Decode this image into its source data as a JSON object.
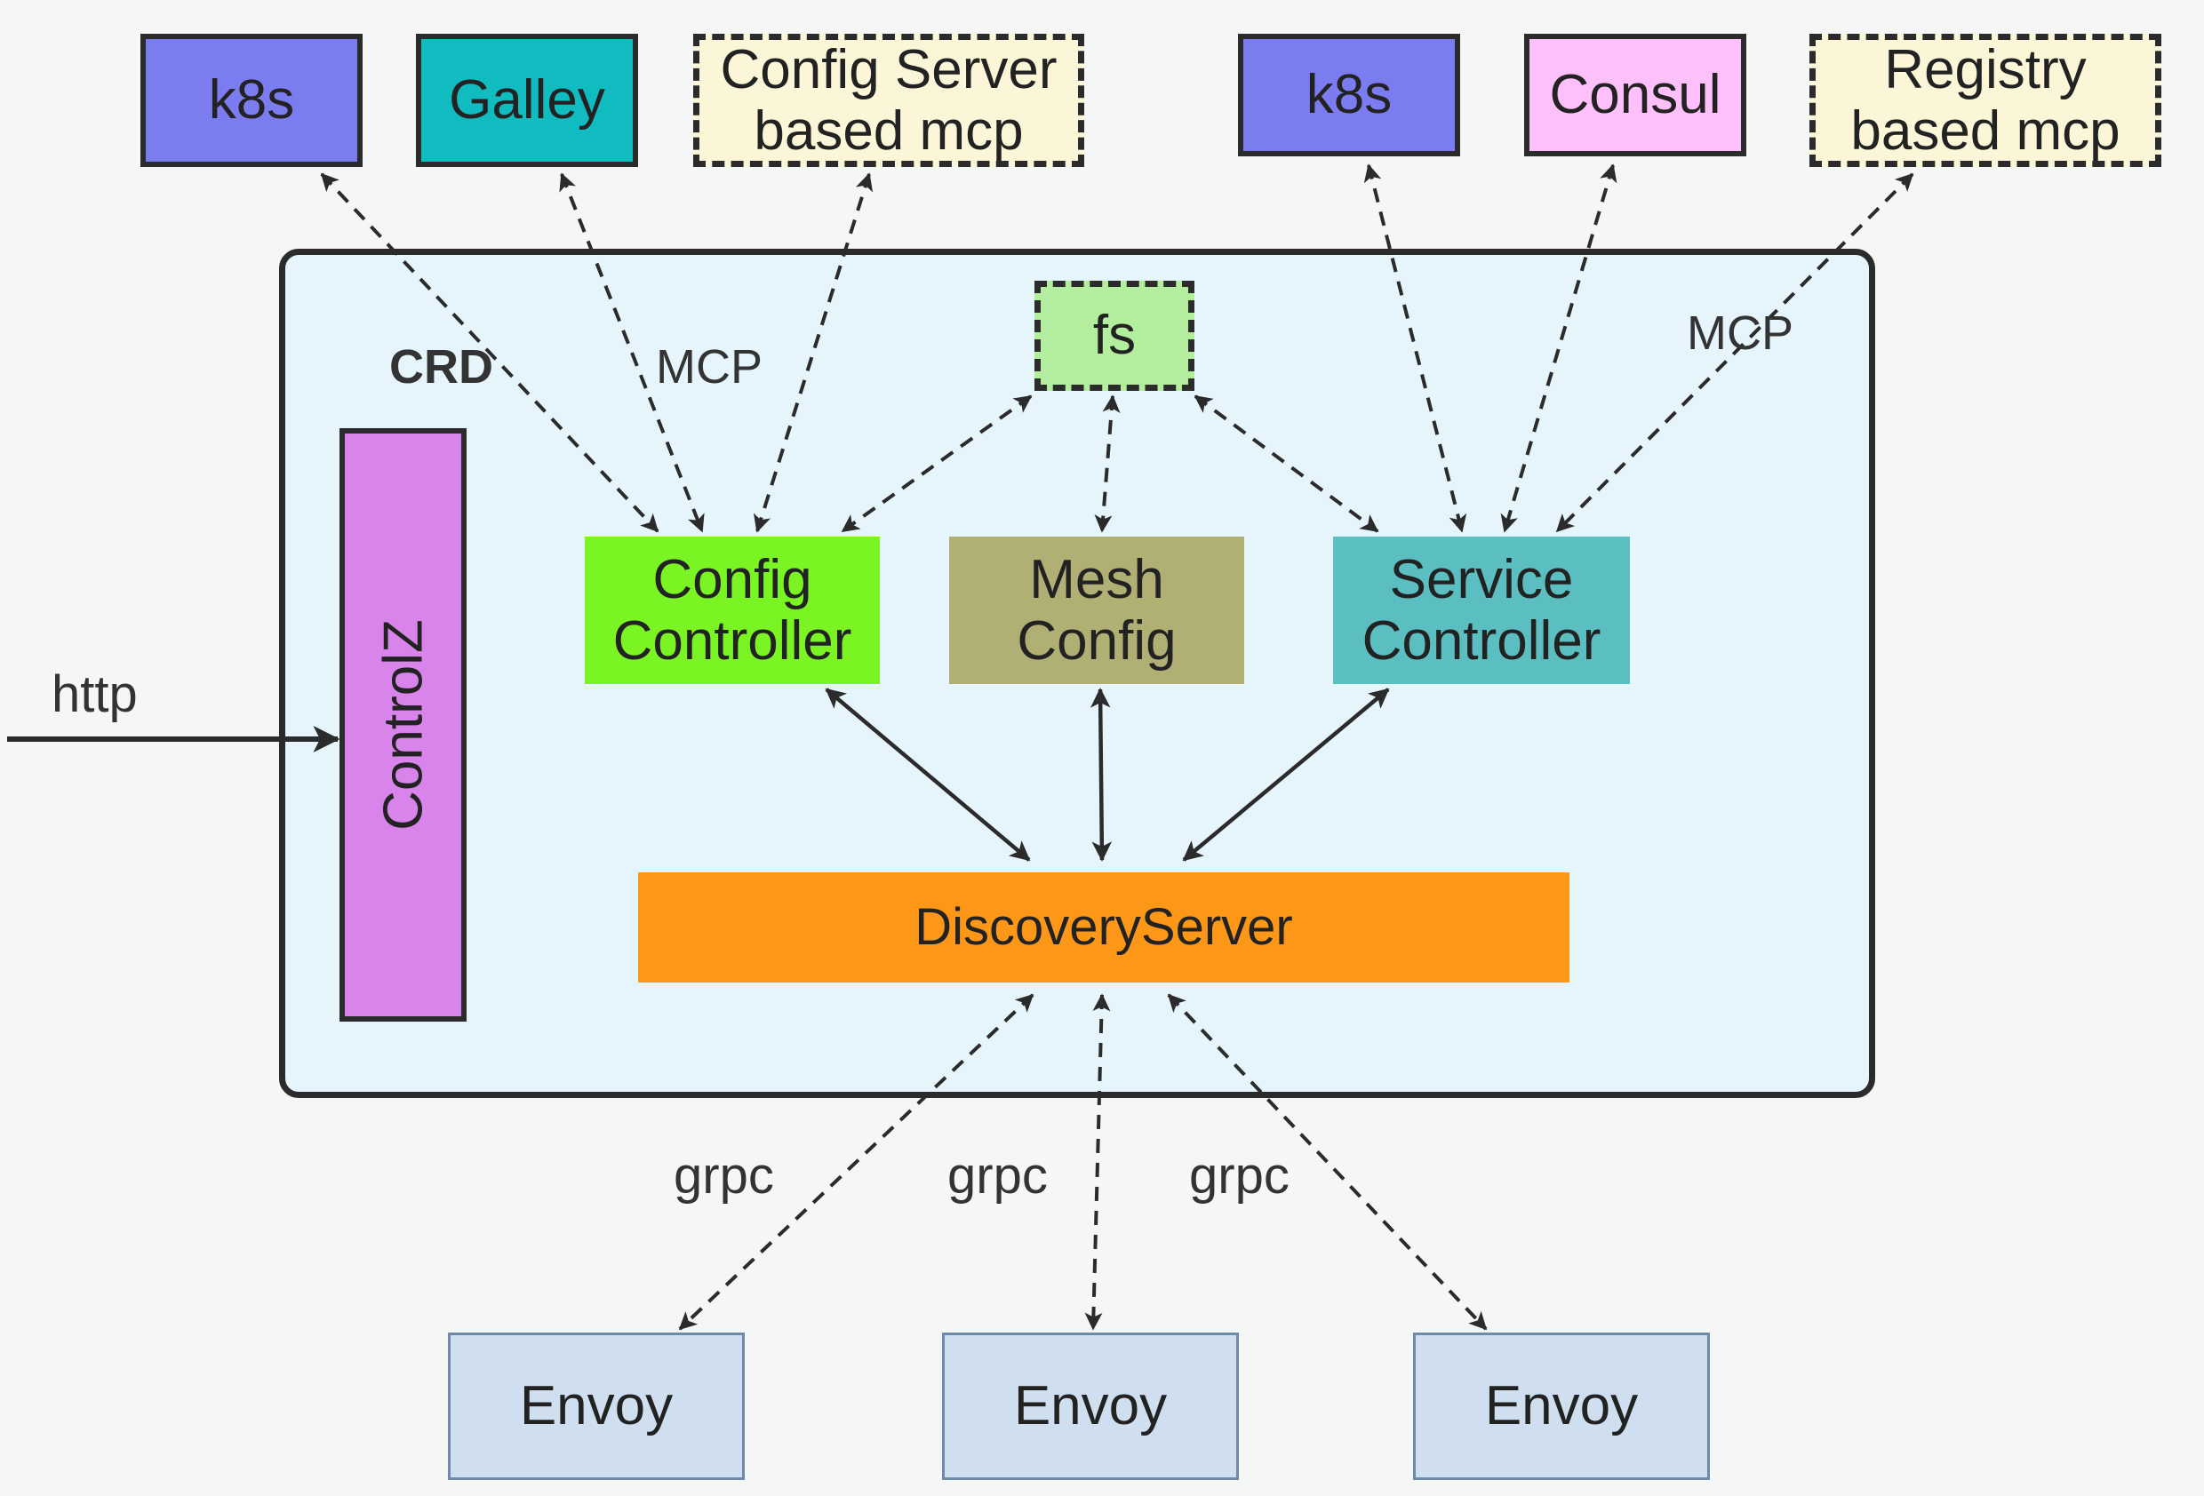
{
  "external_top": {
    "k8s_left": "k8s",
    "galley": "Galley",
    "config_server_mcp": [
      "Config Server",
      "based mcp"
    ],
    "k8s_right": "k8s",
    "consul": "Consul",
    "registry_mcp": [
      "Registry",
      "based mcp"
    ]
  },
  "edge_labels": {
    "crd": "CRD",
    "mcp_left": "MCP",
    "mcp_right": "MCP",
    "http": "http",
    "grpc_left": "grpc",
    "grpc_middle": "grpc",
    "grpc_right": "grpc"
  },
  "istiod": {
    "fs": "fs",
    "config_controller": [
      "Config",
      "Controller"
    ],
    "mesh_config": [
      "Mesh",
      "Config"
    ],
    "service_controller": [
      "Service",
      "Controller"
    ],
    "controlz": "ControlZ",
    "discovery_server": "DiscoveryServer"
  },
  "envoys": [
    "Envoy",
    "Envoy",
    "Envoy"
  ],
  "colors": {
    "k8s": "#7b7cf0",
    "galley": "#10bcbf",
    "mcp_box": "#fbf6d8",
    "consul": "#fdc0fb",
    "frame": "#e6f5fc",
    "fs": "#b2ee9e",
    "config_controller": "#7af523",
    "mesh_config": "#b1b074",
    "service_controller": "#5bbfc2",
    "controlz": "#d884ea",
    "discovery_server": "#fd9718",
    "envoy": "#cfdff0"
  }
}
